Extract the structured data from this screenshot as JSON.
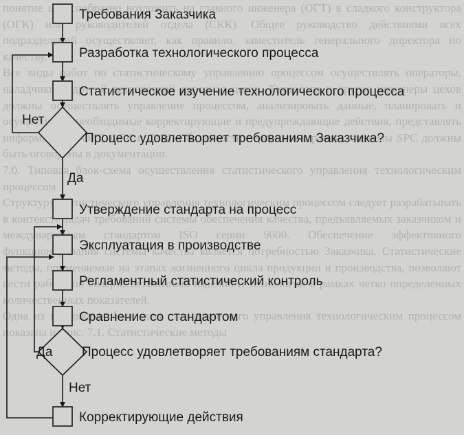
{
  "background": {
    "paragraphs": [
      "понятие целесообразно возложить на главного инженера (ОГТ) в сладкого конструктора (ОГК) или руководителей отдела (СКК). Общее руководство действиями всех подразделений осуществляет, как правило, заместитель генерального директора по качеству.",
      "Все виды работ по статистическому управлению процессом осуществлять операторы, наладчики и другой технический персонал цехов. Технологи и другие инженеры цехов должны осуществлять управление процессом, анализировать данные, планировать и осуществлять необходимые корректирующие и предупреждающие действия, представлять информацию в ОГТ, ОГК и СКК. Обязанности персонала в рамках системы SPC должны быть оговорены в документации.",
      "7.0. Типовая блок-схема осуществления статистического управления технологическим процессом",
      "Структуру статистического управления технологическим процессом следует разрабатывать в контексте задач требований системы обеспечения качества, предъявляемых заказчиком и международным стандартом ISO серии 9000. Обеспечение эффективного функционирования системы качества является потребностью Заказчика. Статистические методы, применяемые на этапах жизненного цикла продукции и производства, позволяют вести работу по совершенствованию изделий и технологии в рамках четко определенных количественных показателей.",
      "Одна из возможных блок-схем статистического управления технологическим процессом показана на рис. 7.1. Статистические методы"
    ]
  },
  "flow": {
    "steps": [
      "Требования Заказчика",
      "Разработка технологического процесса",
      "Статистическое изучение технологического процесса",
      "Процесс удовлетворяет требованиям Заказчика?",
      "Утверждение стандарта на процесс",
      "Эксплуатация в производстве",
      "Регламентный статистический контроль",
      "Сравнение со стандартом",
      "Процесс удовлетворяет требованиям стандарта?",
      "Корректирующие действия"
    ],
    "decision1": {
      "no": "Нет",
      "yes": "Да"
    },
    "decision2": {
      "yes": "Да",
      "no": "Нет"
    }
  }
}
